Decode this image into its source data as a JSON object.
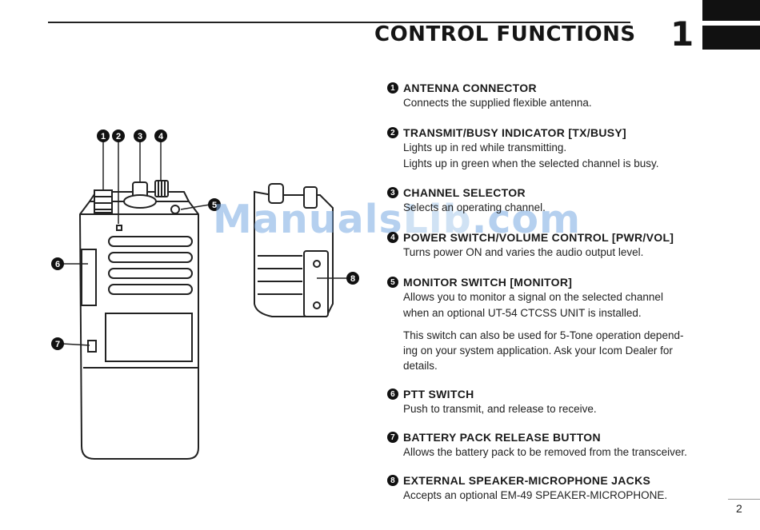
{
  "header": {
    "title": "CONTROL FUNCTIONS",
    "chapter": "1"
  },
  "watermark": {
    "text_a": "Manuals",
    "text_b": "Lib",
    "text_c": ".com"
  },
  "items": [
    {
      "num": "1",
      "title": "ANTENNA CONNECTOR",
      "lines": [
        "Connects the supplied flexible antenna."
      ]
    },
    {
      "num": "2",
      "title": "TRANSMIT/BUSY INDICATOR [TX/BUSY]",
      "lines": [
        "Lights up in red while transmitting.",
        "Lights up in green when the selected channel is busy."
      ]
    },
    {
      "num": "3",
      "title": "CHANNEL SELECTOR",
      "lines": [
        "Selects an operating channel."
      ]
    },
    {
      "num": "4",
      "title": "POWER SWITCH/VOLUME CONTROL [PWR/VOL]",
      "lines": [
        "Turns power ON and varies the audio output level."
      ]
    },
    {
      "num": "5",
      "title": "MONITOR SWITCH [MONITOR]",
      "lines": [
        "Allows you to monitor a signal on the selected channel",
        "when an optional UT-54 CTCSS UNIT is installed."
      ],
      "para": [
        "This switch can also be used for 5-Tone operation depend-",
        "ing on your system application.   Ask your Icom Dealer for",
        "details."
      ]
    },
    {
      "num": "6",
      "title": "PTT SWITCH",
      "lines": [
        "Push to transmit, and release to receive."
      ]
    },
    {
      "num": "7",
      "title": "BATTERY PACK RELEASE BUTTON",
      "lines": [
        "Allows the battery pack to be removed from the transceiver."
      ]
    },
    {
      "num": "8",
      "title": "EXTERNAL SPEAKER-MICROPHONE JACKS",
      "lines": [
        "Accepts an optional EM-49 SPEAKER-MICROPHONE."
      ]
    }
  ],
  "callouts": [
    "1",
    "2",
    "3",
    "4",
    "5",
    "6",
    "7",
    "8"
  ],
  "page_number": "2"
}
